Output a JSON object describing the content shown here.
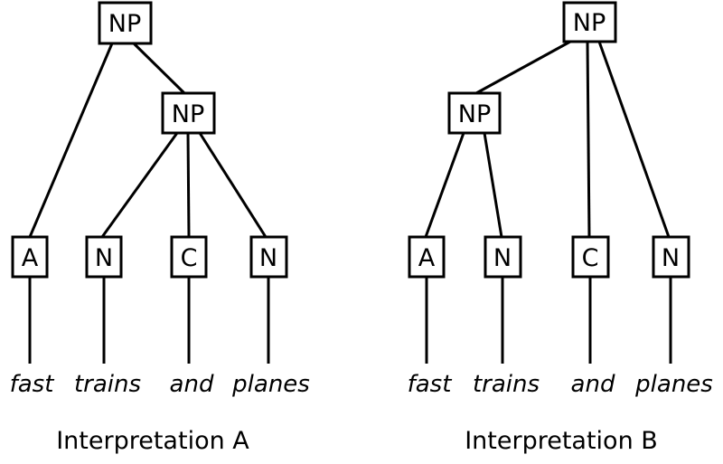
{
  "diagram": {
    "background_color": "#ffffff",
    "line_color": "#000000",
    "trees": {
      "a": {
        "caption": "Interpretation A",
        "root_label": "NP",
        "inner_label": "NP",
        "leaves": [
          {
            "label": "A",
            "word": "fast"
          },
          {
            "label": "N",
            "word": "trains"
          },
          {
            "label": "C",
            "word": "and"
          },
          {
            "label": "N",
            "word": "planes"
          }
        ]
      },
      "b": {
        "caption": "Interpretation B",
        "root_label": "NP",
        "inner_label": "NP",
        "leaves": [
          {
            "label": "A",
            "word": "fast"
          },
          {
            "label": "N",
            "word": "trains"
          },
          {
            "label": "C",
            "word": "and"
          },
          {
            "label": "N",
            "word": "planes"
          }
        ]
      }
    }
  }
}
